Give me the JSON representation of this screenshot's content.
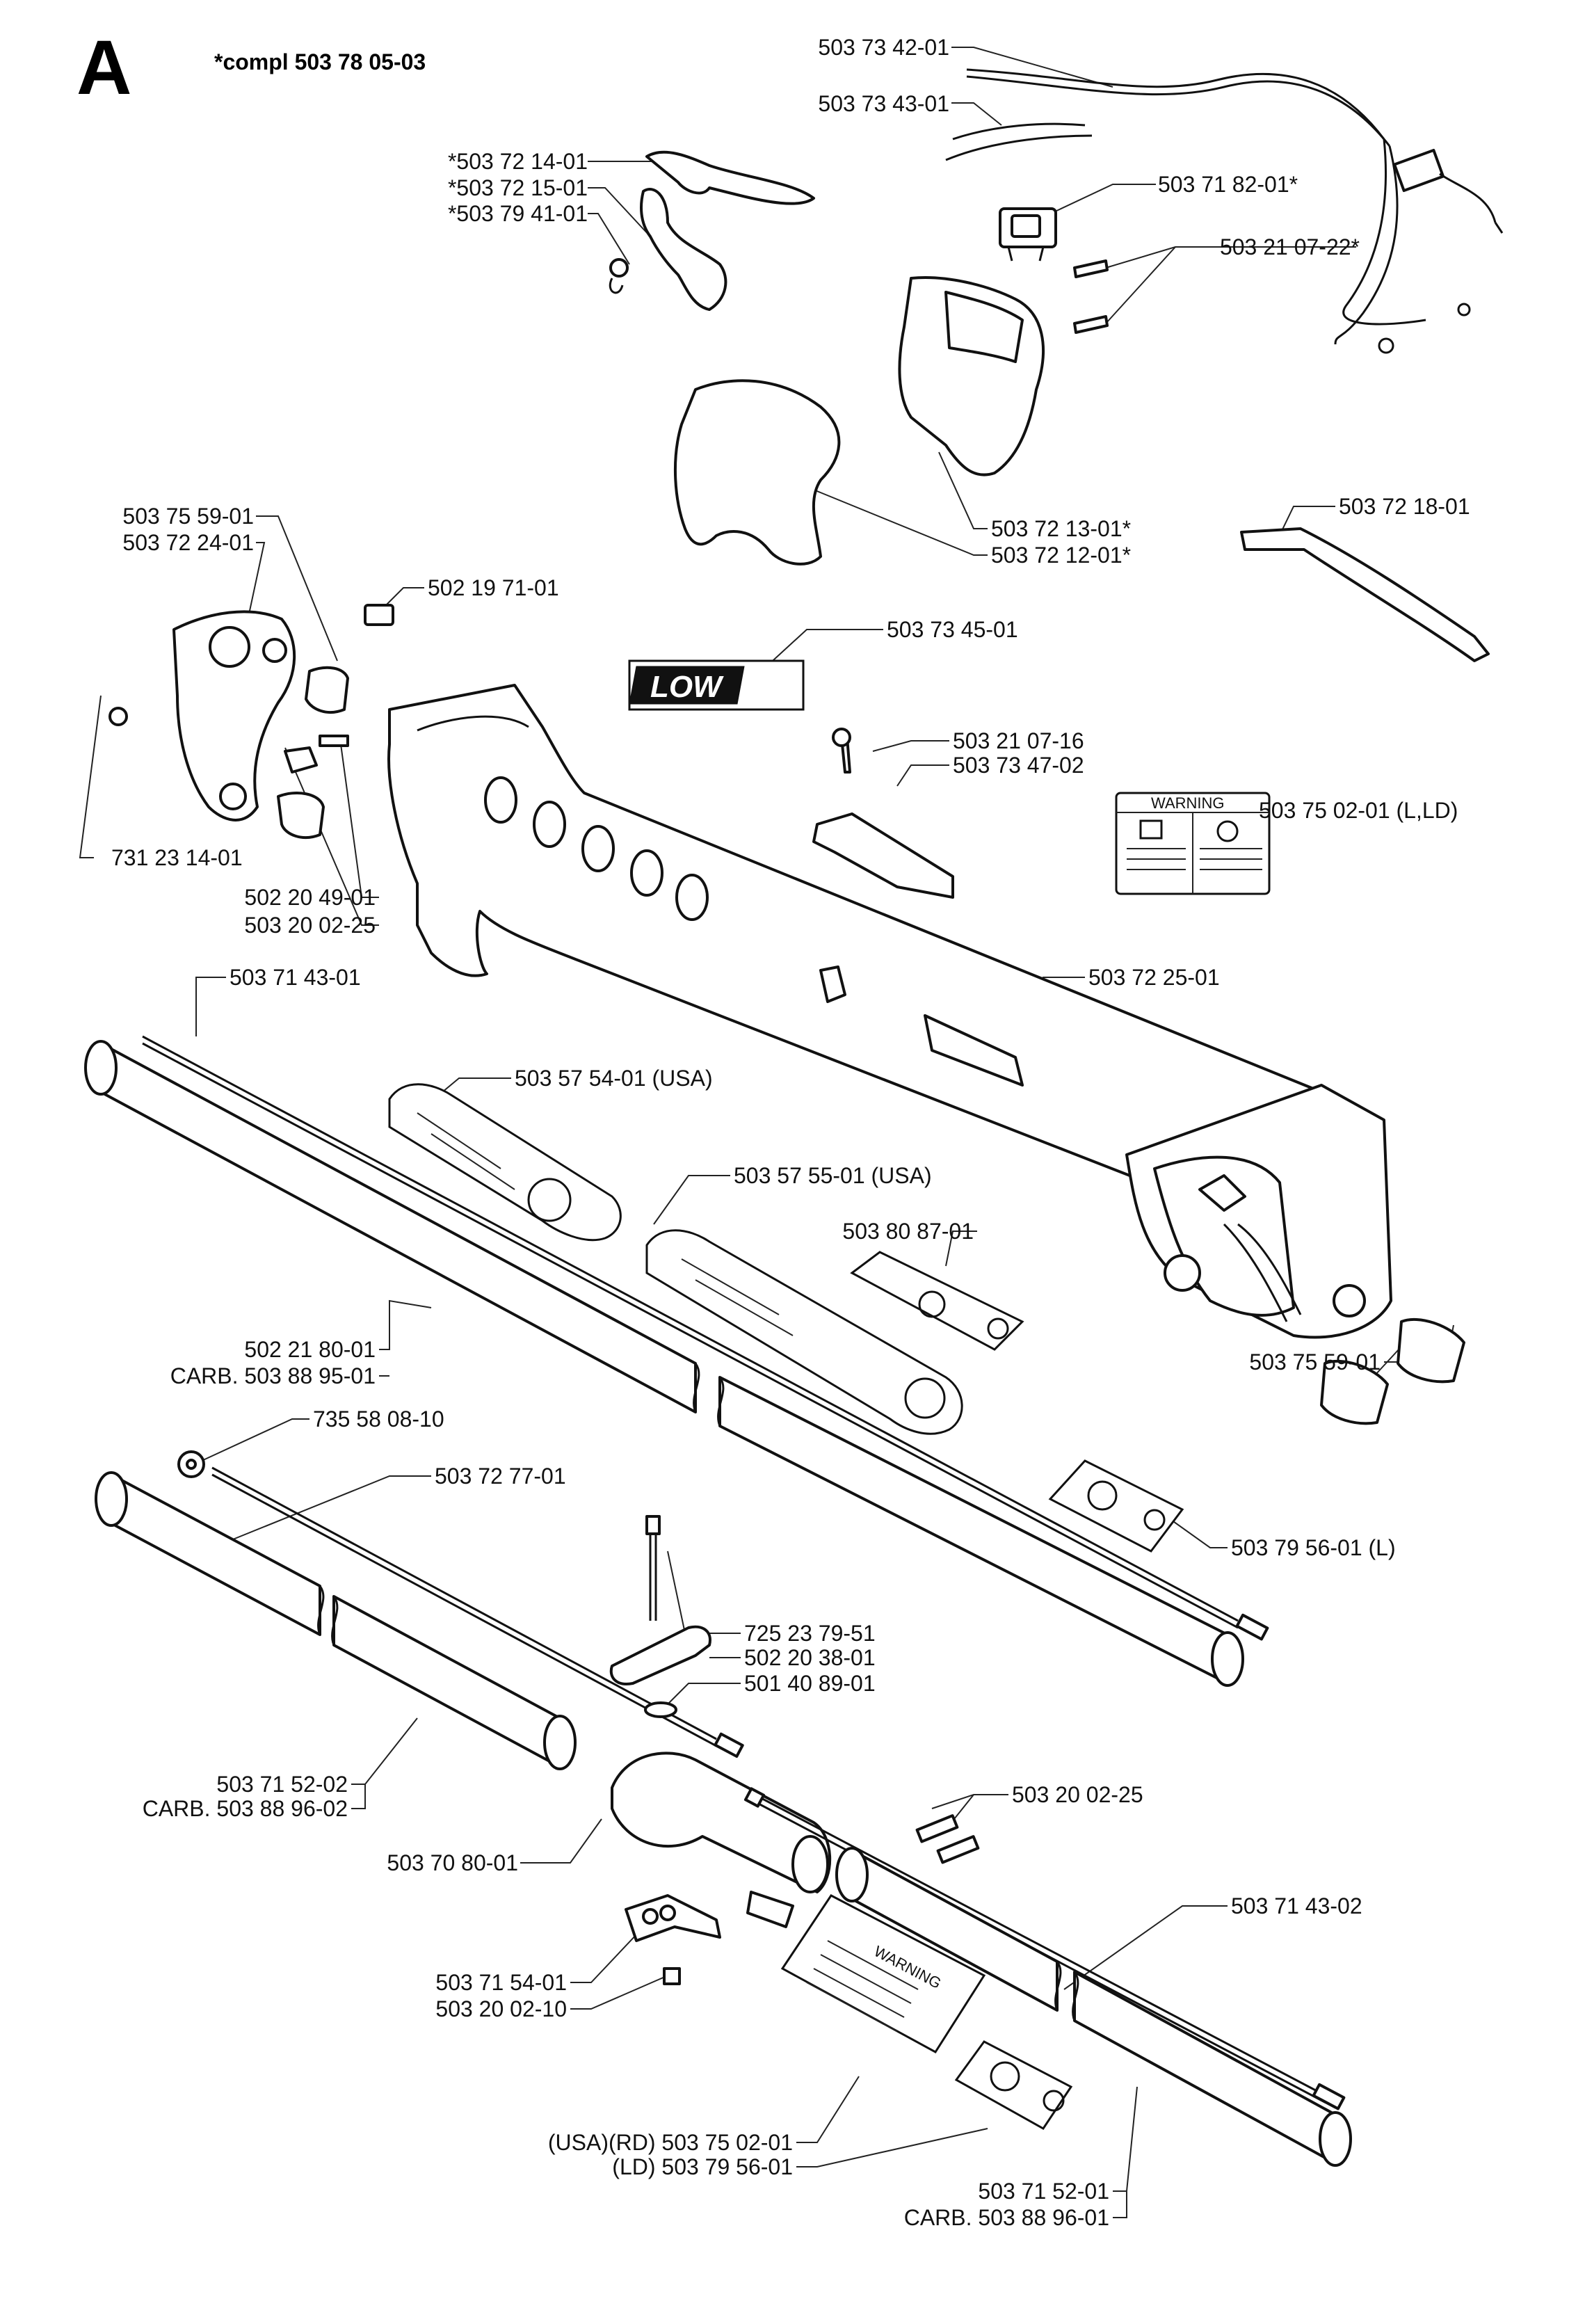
{
  "header": {
    "section_letter": "A",
    "assembly_note": "*compl 503 78 05-03"
  },
  "decals": {
    "warning_small": "WARNING",
    "warning_large": "WARNING",
    "brand": "LOW"
  },
  "labels": [
    {
      "id": "wire-1",
      "text": "503 73 42-01"
    },
    {
      "id": "wire-2",
      "text": "503 73 43-01"
    },
    {
      "id": "throttle-trigger",
      "text": "*503 72 14-01"
    },
    {
      "id": "throttle-lever",
      "text": "*503 72 15-01"
    },
    {
      "id": "trigger-spring",
      "text": "*503 79 41-01"
    },
    {
      "id": "stop-switch",
      "text": "503 71 82-01*"
    },
    {
      "id": "handle-screw",
      "text": "503 21 07-22*"
    },
    {
      "id": "handle-right-half",
      "text": "503 72 13-01*"
    },
    {
      "id": "handle-left-half",
      "text": "503 72 12-01*"
    },
    {
      "id": "handle-strip",
      "text": "503 72 18-01"
    },
    {
      "id": "bumper-pad-left",
      "text": "503 75 59-01"
    },
    {
      "id": "bumper-bracket",
      "text": "503 72 24-01"
    },
    {
      "id": "shaft-nut",
      "text": "502 19 71-01"
    },
    {
      "id": "brand-decal",
      "text": "503 73 45-01"
    },
    {
      "id": "clamp-screw",
      "text": "503 21 07-16"
    },
    {
      "id": "cable-holder",
      "text": "503 73 47-02"
    },
    {
      "id": "warning-decal-L-LD",
      "text": "503 75 02-01 (L,LD)"
    },
    {
      "id": "bracket-nut",
      "text": "731 23 14-01"
    },
    {
      "id": "bracket-clip",
      "text": "502 20 49-01"
    },
    {
      "id": "bracket-screw",
      "text": "503 20 02-25"
    },
    {
      "id": "upper-drive-shaft",
      "text": "503 71 43-01"
    },
    {
      "id": "cover-tube",
      "text": "503 72 25-01"
    },
    {
      "id": "usa-decal-1",
      "text": "503 57 54-01 (USA)"
    },
    {
      "id": "usa-decal-2",
      "text": "503 57 55-01 (USA)"
    },
    {
      "id": "symbol-decal",
      "text": "503 80 87-01"
    },
    {
      "id": "upper-tube",
      "text": "502 21 80-01"
    },
    {
      "id": "upper-tube-carb",
      "text": "CARB. 503 88 95-01"
    },
    {
      "id": "washer",
      "text": "735 58 08-10"
    },
    {
      "id": "lower-drive-shaft",
      "text": "503 72 77-01"
    },
    {
      "id": "bumper-pad-right",
      "text": "503 75 59-01"
    },
    {
      "id": "symbol-decal-L",
      "text": "503 79 56-01 (L)"
    },
    {
      "id": "coupling-bolt",
      "text": "725 23 79-51"
    },
    {
      "id": "wing-knob",
      "text": "502 20 38-01"
    },
    {
      "id": "coupling-washer",
      "text": "501 40 89-01"
    },
    {
      "id": "lower-tube-left",
      "text": "503 71 52-02"
    },
    {
      "id": "lower-tube-left-carb",
      "text": "CARB. 503 88 96-02"
    },
    {
      "id": "coupling-screw",
      "text": "503 20 02-25"
    },
    {
      "id": "coupling",
      "text": "503 70 80-01"
    },
    {
      "id": "lower-drive-shaft-2",
      "text": "503 71 43-02"
    },
    {
      "id": "hanger-bracket",
      "text": "503 71 54-01"
    },
    {
      "id": "hanger-screw",
      "text": "503 20 02-10"
    },
    {
      "id": "warning-decal-usa-rd",
      "text": "(USA)(RD) 503 75 02-01"
    },
    {
      "id": "symbol-decal-ld",
      "text": "(LD) 503 79 56-01"
    },
    {
      "id": "lower-tube-right",
      "text": "503 71 52-01"
    },
    {
      "id": "lower-tube-right-carb",
      "text": "CARB. 503 88 96-01"
    }
  ]
}
